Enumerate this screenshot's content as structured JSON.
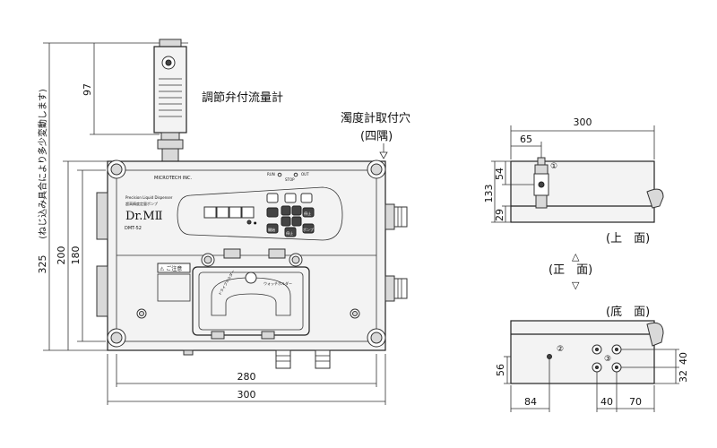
{
  "labels": {
    "flowmeter": "調節弁付流量計",
    "turbidity_hole": "濁度計取付穴",
    "four_corners": "(四隅)",
    "top_view": "(上　面)",
    "front_view": "(正　面)",
    "bottom_view": "(底　面)",
    "vertical_note": "(ねじ込み具合により多少変動します)"
  },
  "device": {
    "maker": "MICROTECH INC.",
    "brand": "Dr.MⅡ",
    "model": "DMT-52",
    "subtitle": "Precision Liquid Dispenser",
    "jp_name": "超高精度定量ポンプ",
    "caution": "⚠ ご注意",
    "tube_left": "ドライブホルダー",
    "tube_right": "ウォッチホルダー",
    "led_labels": [
      "RUN",
      "STOP",
      "OUT"
    ],
    "key_labels": [
      "開始",
      "停止",
      "停止",
      "ポンプ"
    ]
  },
  "dimensions": {
    "front_width_outer": "300",
    "front_width_inner": "280",
    "front_height_total": "325",
    "front_height_body": "200",
    "front_height_inner": "180",
    "flowmeter_height": "97",
    "top_width": "300",
    "top_offset": "65",
    "top_height": "133",
    "top_upper": "54",
    "top_lower": "29",
    "bottom_left": "84",
    "bottom_mid": "40",
    "bottom_right": "70",
    "bottom_height": "56",
    "bottom_v1": "40",
    "bottom_v2": "32"
  },
  "markers": {
    "c1": "①",
    "c2": "②",
    "c3": "③"
  },
  "arrows": {
    "up": "△",
    "down": "▽"
  }
}
